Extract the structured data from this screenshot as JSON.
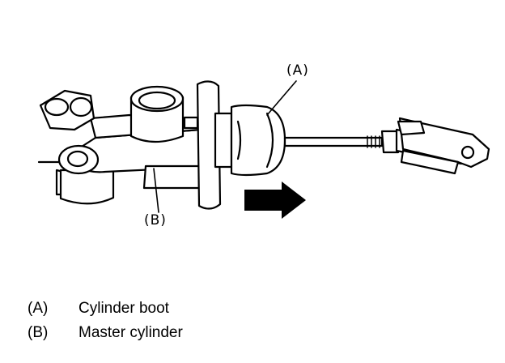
{
  "diagram": {
    "callouts": {
      "a": "(A)",
      "b": "(B)"
    }
  },
  "legend": [
    {
      "key": "(A)",
      "text": "Cylinder boot"
    },
    {
      "key": "(B)",
      "text": "Master cylinder"
    }
  ]
}
